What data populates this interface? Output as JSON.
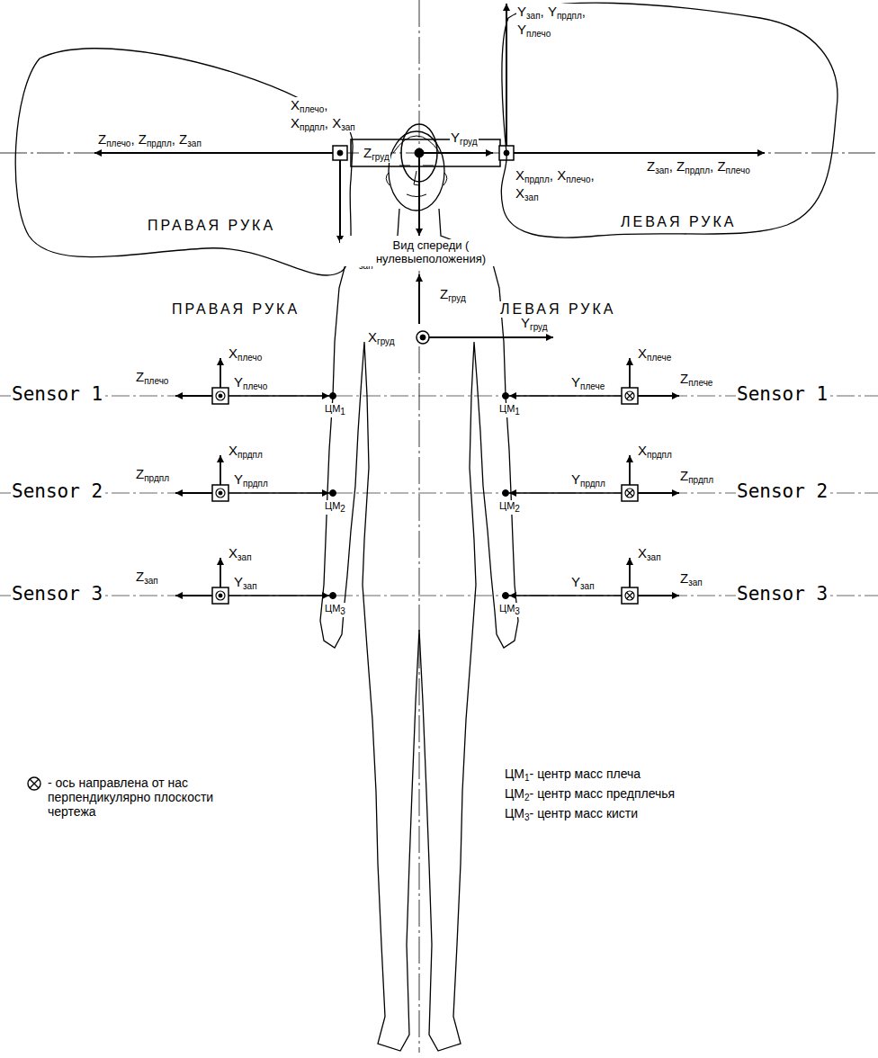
{
  "diagram": {
    "nodes": [
      {
        "text": [
          "ПРАВАЯ РУКА"
        ]
      },
      {
        "text": [
          "ЛЕВАЯ РУКА"
        ]
      }
    ],
    "labels": [
      "Zплечо, Zпрдпл, Zзап",
      "Xплечо, Xпрдпл, Xзап",
      "Yплечо, Yпрдпл, Yзап",
      "Zгруд",
      "Yгруд",
      "Xгруд",
      "Yзап, Yпрдпл, Yплечо",
      "Xпрдпл, Xплечо, Xзап",
      "Zзап, Zпрдпл, Zплечо",
      "Вид спереди ( нулевыеположения)",
      "Zгруд",
      "ПРАВАЯ РУКА",
      "ЛЕВАЯ РУКА",
      "Yгруд",
      "Xгруд",
      "Sensor 1",
      "Xплечо",
      "Zплечо",
      "Yплечо",
      "ЦМ1",
      "Sensor 1",
      "Xплече",
      "Yплече",
      "Zплече",
      "ЦМ1",
      "Sensor 2",
      "Xпрдпл",
      "Zпрдпл",
      "Yпрдпл",
      "ЦМ2",
      "Sensor 2",
      "Xпрдпл",
      "Yпрдпл",
      "Zпрдпл",
      "ЦМ2",
      "Sensor 3",
      "Xзап",
      "Zзап",
      "Yзап",
      "ЦМ3",
      "Sensor 3",
      "Xзап",
      "Yзап",
      "Zзап",
      "ЦМ3",
      "ЦМ1- центр масс плеча",
      "ЦМ2- центр масс предплечья",
      "ЦМ3- центр масс кисти"
    ],
    "legend": [
      {
        "text": "- ось направлена от нас перпендикулярно плоскости чертежа"
      }
    ]
  }
}
